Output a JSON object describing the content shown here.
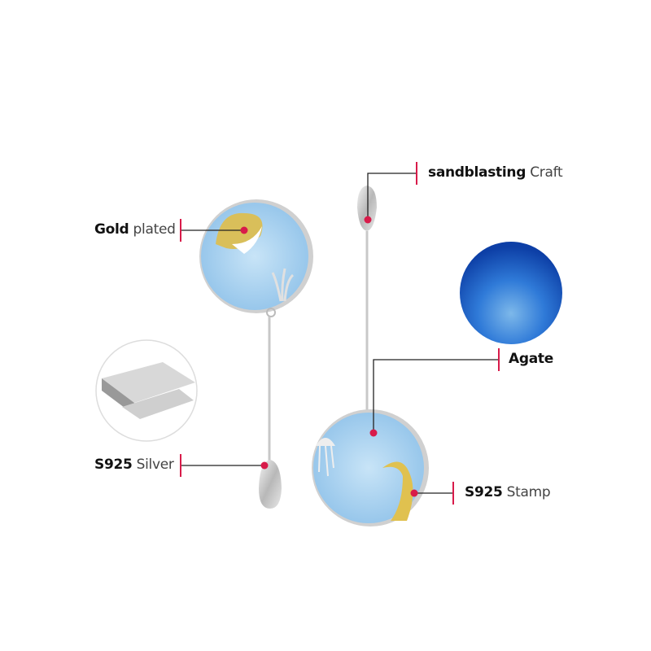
{
  "callouts": {
    "gold": {
      "bold": "Gold",
      "light": "plated"
    },
    "sandblasting": {
      "bold": "sandblasting",
      "light": "Craft"
    },
    "agate": {
      "bold": "Agate",
      "light": ""
    },
    "silver": {
      "bold": "S925",
      "light": "Silver"
    },
    "stamp": {
      "bold": "S925",
      "light": "Stamp"
    }
  },
  "colors": {
    "accent": "#d81b4a",
    "line": "#222222",
    "disc": "#a9d3f0",
    "agate": "#1a5cc8",
    "gold": "#d9bf5a"
  }
}
